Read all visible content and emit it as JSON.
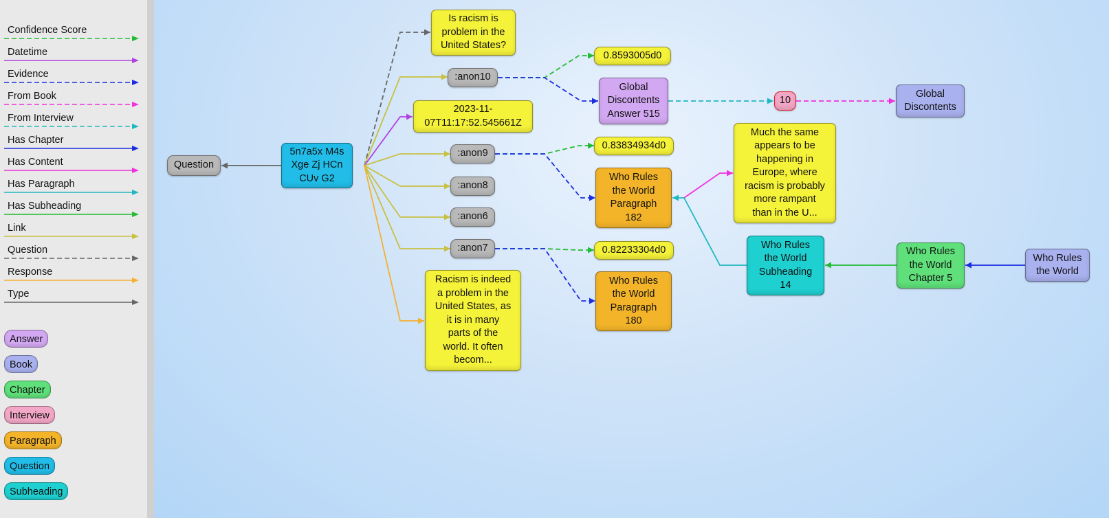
{
  "legend": {
    "edge_types": [
      {
        "label": "Confidence Score",
        "color": "#22bb33",
        "dashed": true
      },
      {
        "label": "Datetime",
        "color": "#b040e0",
        "dashed": false
      },
      {
        "label": "Evidence",
        "color": "#1a2ee0",
        "dashed": true
      },
      {
        "label": "From Book",
        "color": "#f030e0",
        "dashed": true
      },
      {
        "label": "From Interview",
        "color": "#20b8c0",
        "dashed": true
      },
      {
        "label": "Has Chapter",
        "color": "#1a2ee0",
        "dashed": false
      },
      {
        "label": "Has Content",
        "color": "#f030e0",
        "dashed": false
      },
      {
        "label": "Has Paragraph",
        "color": "#20b8c0",
        "dashed": false
      },
      {
        "label": "Has Subheading",
        "color": "#22bb33",
        "dashed": false
      },
      {
        "label": "Link",
        "color": "#c8c040",
        "dashed": false
      },
      {
        "label": "Question",
        "color": "#666666",
        "dashed": true
      },
      {
        "label": "Response",
        "color": "#f5b030",
        "dashed": false
      },
      {
        "label": "Type",
        "color": "#666666",
        "dashed": false
      }
    ],
    "node_types": [
      {
        "label": "Answer",
        "color": "#d3a8f2"
      },
      {
        "label": "Book",
        "color": "#a9b1ef"
      },
      {
        "label": "Chapter",
        "color": "#5fe07a"
      },
      {
        "label": "Interview",
        "color": "#f3a7c6"
      },
      {
        "label": "Paragraph",
        "color": "#f3b429"
      },
      {
        "label": "Question",
        "color": "#21bde8"
      },
      {
        "label": "Subheading",
        "color": "#1fd0d0"
      }
    ]
  },
  "graph": {
    "nodes": {
      "question_type": {
        "text": "Question",
        "color": "#b9b9b9"
      },
      "question_id": {
        "text": "5n7a5x M4s\nXge Zj HCn\nCUv G2",
        "color": "#21bde8"
      },
      "question_text": {
        "text": "Is racism is\nproblem in the\nUnited States?",
        "color": "#f5f23a"
      },
      "anon10": {
        "text": ":anon10",
        "color": "#b9b9b9"
      },
      "datetime": {
        "text": "2023-11-\n07T11:17:52.545661Z",
        "color": "#f5f23a"
      },
      "anon9": {
        "text": ":anon9",
        "color": "#b9b9b9"
      },
      "anon8": {
        "text": ":anon8",
        "color": "#b9b9b9"
      },
      "anon6": {
        "text": ":anon6",
        "color": "#b9b9b9"
      },
      "anon7": {
        "text": ":anon7",
        "color": "#b9b9b9"
      },
      "response": {
        "text": "Racism is indeed\na problem in the\nUnited States, as\nit is in many\nparts of the\nworld. It often\nbecom...",
        "color": "#f5f23a"
      },
      "score1": {
        "text": "0.8593005d0",
        "color": "#f5f23a"
      },
      "answer515": {
        "text": "Global\nDiscontents\nAnswer 515",
        "color": "#d3a8f2"
      },
      "interview10": {
        "text": "10",
        "color": "#f3a7c6"
      },
      "book_gd": {
        "text": "Global\nDiscontents",
        "color": "#a9b1ef"
      },
      "score2": {
        "text": "0.83834934d0",
        "color": "#f5f23a"
      },
      "para182": {
        "text": "Who Rules\nthe World\nParagraph\n182",
        "color": "#f3b429"
      },
      "content": {
        "text": "Much the same\nappears to be\nhappening in\nEurope, where\nracism is probably\nmore rampant\nthan in the U...",
        "color": "#f5f23a"
      },
      "subheading14": {
        "text": "Who Rules\nthe World\nSubheading\n14",
        "color": "#1fd0d0"
      },
      "chapter5": {
        "text": "Who Rules\nthe World\nChapter 5",
        "color": "#5fe07a"
      },
      "book_wrtw": {
        "text": "Who Rules\nthe World",
        "color": "#a9b1ef"
      },
      "score3": {
        "text": "0.82233304d0",
        "color": "#f5f23a"
      },
      "para180": {
        "text": "Who Rules\nthe World\nParagraph\n180",
        "color": "#f3b429"
      }
    }
  }
}
